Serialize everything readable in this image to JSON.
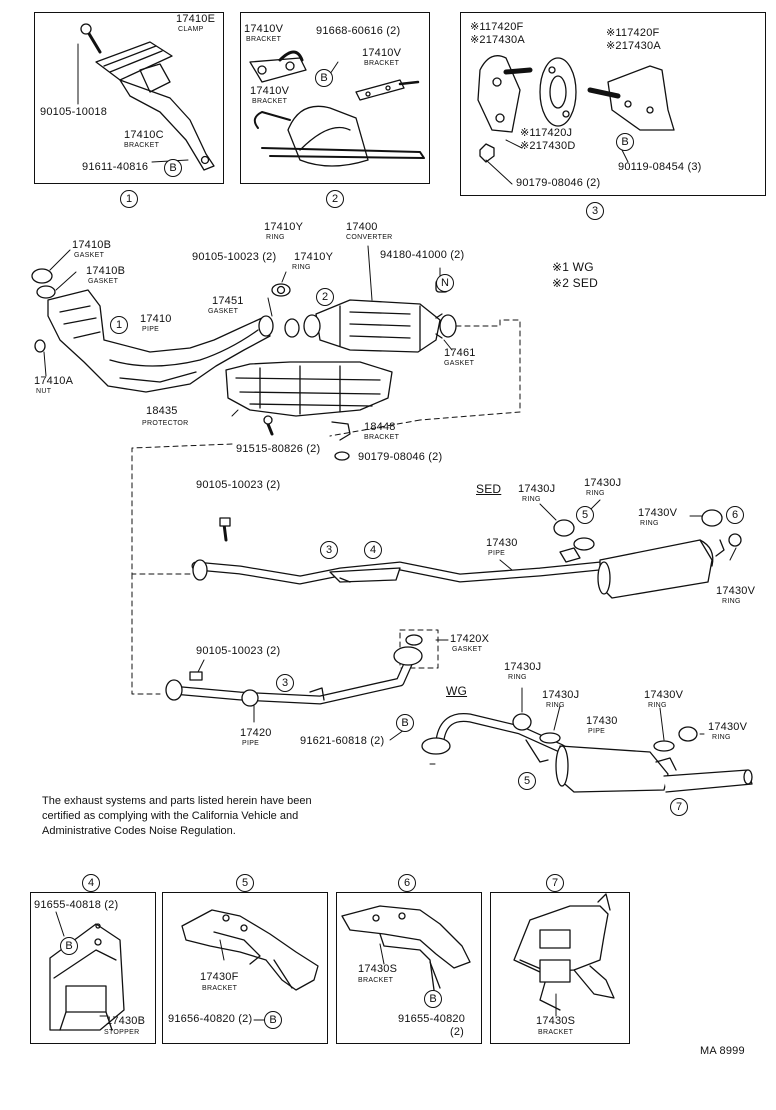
{
  "panel1": {
    "clamp_num": "17410E",
    "clamp_name": "CLAMP",
    "bolt_num": "90105-10018",
    "bracket_num": "17410C",
    "bracket_name": "BRACKET",
    "bolt2_num": "91611-40816",
    "b": "B",
    "callout": "1"
  },
  "panel2": {
    "v1_num": "17410V",
    "v1_name": "BRACKET",
    "bolt_num": "91668-60616 (2)",
    "b": "B",
    "v2_num": "17410V",
    "v2_name": "BRACKET",
    "v3_num": "17410V",
    "v3_name": "BRACKET",
    "callout": "2"
  },
  "panel3": {
    "l1": "※117420F",
    "l2": "※217430A",
    "r1": "※117420F",
    "r2": "※217430A",
    "m1": "※117420J",
    "m2": "※217430D",
    "b": "B",
    "bolt_num": "90119-08454 (3)",
    "nut_num": "90179-08046 (2)",
    "callout": "3"
  },
  "front": {
    "g1_num": "17410B",
    "g1_name": "GASKET",
    "g2_num": "17410B",
    "g2_name": "GASKET",
    "pipe_num": "17410",
    "pipe_name": "PIPE",
    "nut_num": "17410A",
    "nut_name": "NUT",
    "gasket_num": "17451",
    "gasket_name": "GASKET",
    "bolt_num": "90105-10023 (2)",
    "ring1_num": "17410Y",
    "ring1_name": "RING",
    "ring2_num": "17410Y",
    "ring2_name": "RING",
    "conv_num": "17400",
    "conv_name": "CONVERTER",
    "stud_num": "94180-41000 (2)",
    "n": "N",
    "g3_num": "17461",
    "g3_name": "GASKET",
    "prot_num": "18435",
    "prot_name": "PROTECTOR",
    "br_num": "18448",
    "br_name": "BRACKET",
    "bolt2_num": "91515-80826 (2)",
    "nut2_num": "90179-08046 (2)",
    "c1": "1",
    "c2": "2"
  },
  "legend": {
    "wg": "※1 WG",
    "sed": "※2 SED"
  },
  "sed": {
    "title": "SED",
    "bolt_num": "90105-10023 (2)",
    "r1_num": "17430J",
    "r1_name": "RING",
    "r2_num": "17430J",
    "r2_name": "RING",
    "r3_num": "17430V",
    "r3_name": "RING",
    "r4_num": "17430V",
    "r4_name": "RING",
    "pipe_num": "17430",
    "pipe_name": "PIPE",
    "c3": "3",
    "c4": "4",
    "c5": "5",
    "c6": "6"
  },
  "wg": {
    "title": "WG",
    "bolt_num": "90105-10023 (2)",
    "gasket_num": "17420X",
    "gasket_name": "GASKET",
    "pipe20_num": "17420",
    "pipe20_name": "PIPE",
    "bolt2_num": "91621-60818 (2)",
    "b": "B",
    "r1_num": "17430J",
    "r1_name": "RING",
    "r2_num": "17430J",
    "r2_name": "RING",
    "r3_num": "17430V",
    "r3_name": "RING",
    "r4_num": "17430V",
    "r4_name": "RING",
    "pipe_num": "17430",
    "pipe_name": "PIPE",
    "c3": "3",
    "c5": "5",
    "c7": "7"
  },
  "note": {
    "line1": "The exhaust systems and parts listed herein have been",
    "line2": "certified as complying with the California Vehicle and",
    "line3": "Administrative Codes Noise Regulation."
  },
  "bottom": {
    "p4": {
      "callout": "4",
      "bolt_num": "91655-40818 (2)",
      "b": "B",
      "part_num": "17430B",
      "part_name": "STOPPER"
    },
    "p5": {
      "callout": "5",
      "part_num": "17430F",
      "part_name": "BRACKET",
      "bolt_num": "91656-40820 (2)",
      "b": "B"
    },
    "p6": {
      "callout": "6",
      "part_num": "17430S",
      "part_name": "BRACKET",
      "b": "B",
      "bolt_num": "91655-40820",
      "bolt_qty": "(2)"
    },
    "p7": {
      "callout": "7",
      "part_num": "17430S",
      "part_name": "BRACKET"
    }
  },
  "footer": {
    "code": "MA 8999"
  }
}
